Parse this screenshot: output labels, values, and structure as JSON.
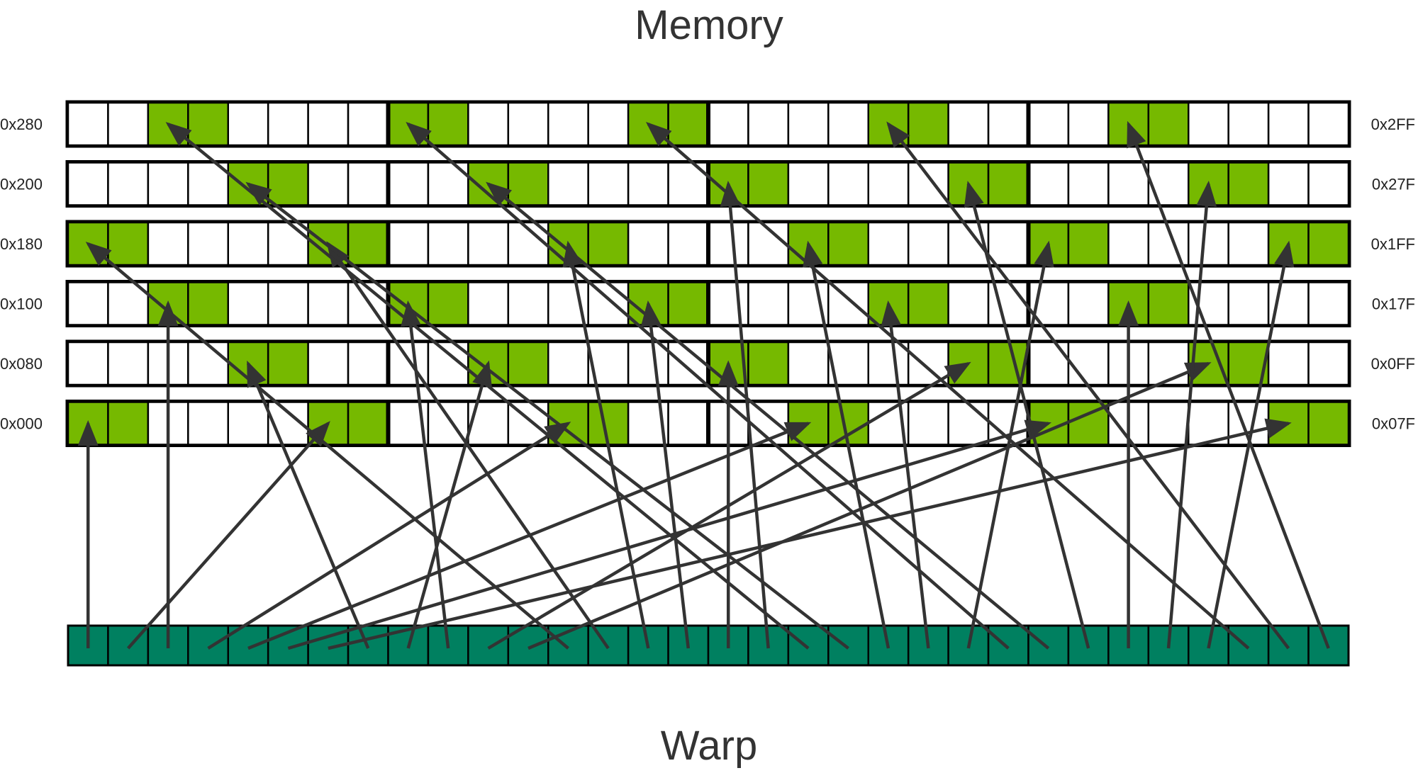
{
  "title": "Memory",
  "footer": "Warp",
  "colors": {
    "accessed_cell": "#76b900",
    "empty_cell": "#ffffff",
    "warp_cell": "#008060",
    "arrow": "#333333",
    "border": "#000000"
  },
  "memory_rows": [
    {
      "start": "0x280",
      "end": "0x2FF",
      "accessed": [
        2,
        3,
        8,
        9,
        14,
        15,
        20,
        21,
        26,
        27
      ]
    },
    {
      "start": "0x200",
      "end": "0x27F",
      "accessed": [
        4,
        5,
        10,
        11,
        16,
        17,
        22,
        23,
        28,
        29
      ]
    },
    {
      "start": "0x180",
      "end": "0x1FF",
      "accessed": [
        0,
        1,
        6,
        7,
        12,
        13,
        18,
        19,
        24,
        25,
        30,
        31
      ]
    },
    {
      "start": "0x100",
      "end": "0x17F",
      "accessed": [
        2,
        3,
        8,
        9,
        14,
        15,
        20,
        21,
        26,
        27
      ]
    },
    {
      "start": "0x080",
      "end": "0x0FF",
      "accessed": [
        4,
        5,
        10,
        11,
        16,
        17,
        22,
        23,
        28,
        29
      ]
    },
    {
      "start": "0x000",
      "end": "0x07F",
      "accessed": [
        0,
        1,
        6,
        7,
        12,
        13,
        18,
        19,
        24,
        25,
        30,
        31
      ]
    }
  ],
  "cells_per_row": 32,
  "warp_threads": 32,
  "accesses": [
    {
      "thread": 0,
      "row": 5,
      "cell": 0
    },
    {
      "thread": 1,
      "row": 5,
      "cell": 6
    },
    {
      "thread": 2,
      "row": 3,
      "cell": 2
    },
    {
      "thread": 3,
      "row": 5,
      "cell": 12
    },
    {
      "thread": 4,
      "row": 5,
      "cell": 18
    },
    {
      "thread": 5,
      "row": 5,
      "cell": 24
    },
    {
      "thread": 6,
      "row": 5,
      "cell": 30
    },
    {
      "thread": 7,
      "row": 4,
      "cell": 4
    },
    {
      "thread": 8,
      "row": 4,
      "cell": 10
    },
    {
      "thread": 9,
      "row": 3,
      "cell": 8
    },
    {
      "thread": 10,
      "row": 4,
      "cell": 22
    },
    {
      "thread": 11,
      "row": 4,
      "cell": 28
    },
    {
      "thread": 12,
      "row": 2,
      "cell": 0
    },
    {
      "thread": 13,
      "row": 2,
      "cell": 6
    },
    {
      "thread": 14,
      "row": 2,
      "cell": 12
    },
    {
      "thread": 15,
      "row": 3,
      "cell": 14
    },
    {
      "thread": 16,
      "row": 4,
      "cell": 16
    },
    {
      "thread": 17,
      "row": 1,
      "cell": 16
    },
    {
      "thread": 18,
      "row": 0,
      "cell": 2
    },
    {
      "thread": 19,
      "row": 1,
      "cell": 4
    },
    {
      "thread": 20,
      "row": 2,
      "cell": 18
    },
    {
      "thread": 21,
      "row": 3,
      "cell": 20
    },
    {
      "thread": 22,
      "row": 2,
      "cell": 24
    },
    {
      "thread": 23,
      "row": 0,
      "cell": 8
    },
    {
      "thread": 24,
      "row": 1,
      "cell": 10
    },
    {
      "thread": 25,
      "row": 1,
      "cell": 22
    },
    {
      "thread": 26,
      "row": 3,
      "cell": 26
    },
    {
      "thread": 27,
      "row": 1,
      "cell": 28
    },
    {
      "thread": 28,
      "row": 2,
      "cell": 30
    },
    {
      "thread": 29,
      "row": 0,
      "cell": 14
    },
    {
      "thread": 30,
      "row": 0,
      "cell": 20
    },
    {
      "thread": 31,
      "row": 0,
      "cell": 26
    }
  ]
}
